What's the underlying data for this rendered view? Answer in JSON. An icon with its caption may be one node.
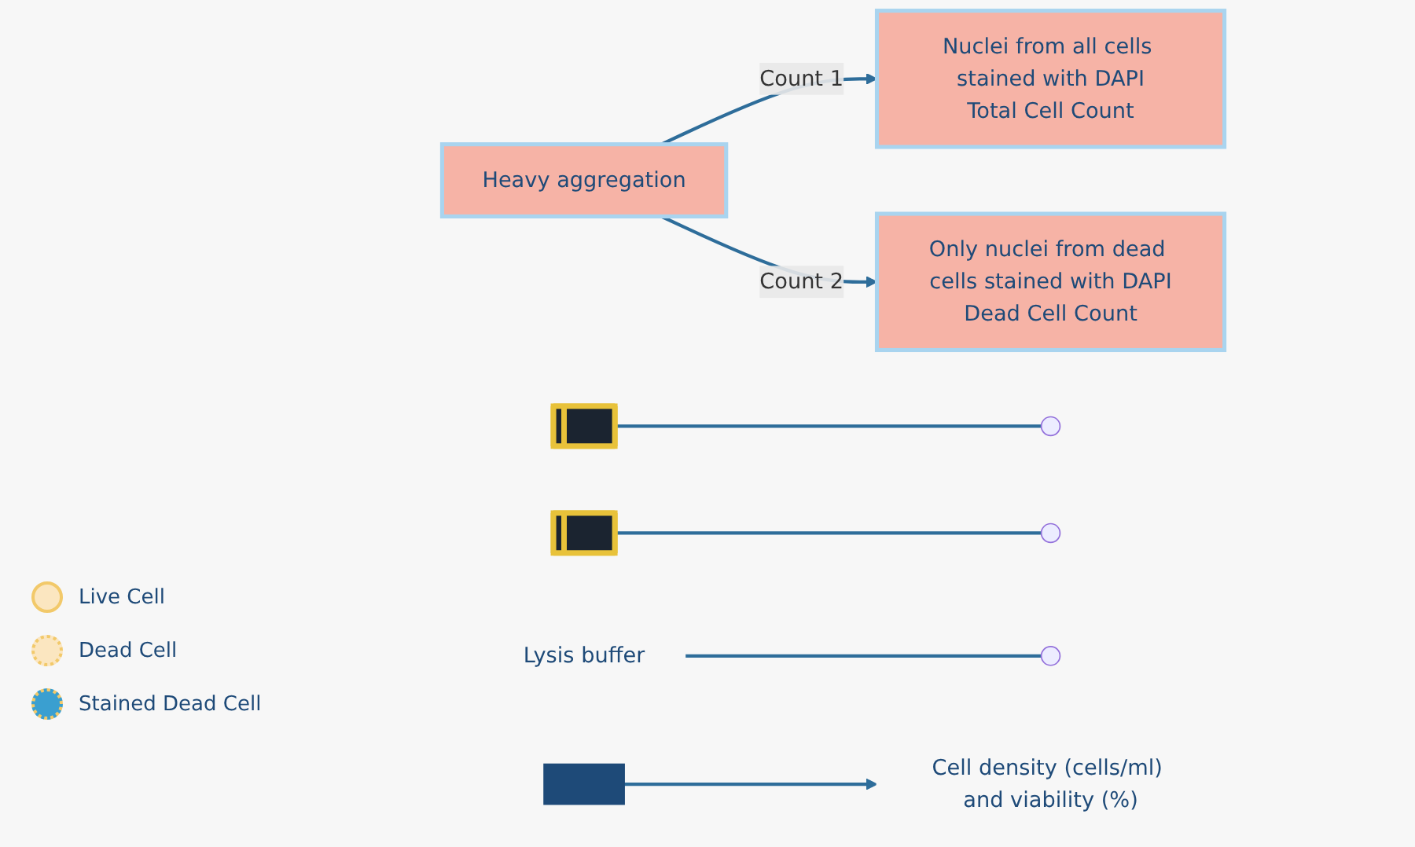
{
  "diagram": {
    "nodes": [
      {
        "text": [
          "Heavy aggregation"
        ]
      },
      {
        "text": [
          "Nuclei from all cells stained with DAPI",
          "Total Cell Count"
        ]
      },
      {
        "text": [
          "Only nuclei from dead cells stained with DAPI",
          "Dead Cell Count"
        ]
      },
      {
        "text": [],
        "shape": "picture"
      },
      {
        "text": [],
        "shape": "picture"
      },
      {
        "text": [
          "Lysis buffer"
        ]
      },
      {
        "text": [],
        "shape": "bar"
      },
      {
        "text": [
          "Cell density (cells/ml) and viability (%)"
        ]
      }
    ],
    "edges": [
      {
        "from": 0,
        "to": 1,
        "arrow": "to",
        "label": "Count 1"
      },
      {
        "from": 0,
        "to": 2,
        "arrow": "to",
        "label": "Count 2"
      },
      {
        "from": 5,
        "to": null,
        "arrow": "none"
      },
      {
        "from": 3,
        "to": null,
        "arrow": "none"
      },
      {
        "from": 4,
        "to": null,
        "arrow": "none"
      },
      {
        "from": 6,
        "to": 7,
        "arrow": "to"
      }
    ],
    "legend": [
      {
        "text": "Live Cell"
      },
      {
        "text": "Dead Cell"
      },
      {
        "text": "Stained Dead Cell"
      }
    ]
  }
}
